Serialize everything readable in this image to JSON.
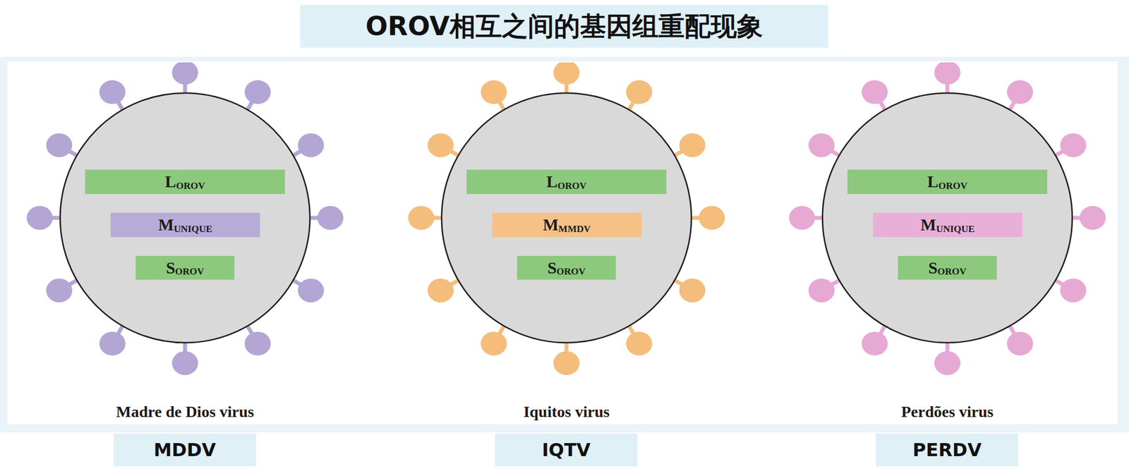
{
  "diagram": {
    "title": "OROV相互之间的基因组重配现象",
    "nodes": [
      {
        "text": [
          "Madre de Dios virus"
        ]
      },
      {
        "text": [
          "L",
          "OROV"
        ],
        "in": 0
      },
      {
        "text": [
          "M",
          "UNIQUE"
        ],
        "in": 0
      },
      {
        "text": [
          "S",
          "OROV"
        ],
        "in": 0
      },
      {
        "text": [
          "Iquitos virus"
        ]
      },
      {
        "text": [
          "L",
          "OROV"
        ],
        "in": 4
      },
      {
        "text": [
          "M",
          "MMDV"
        ],
        "in": 4
      },
      {
        "text": [
          "S",
          "OROV"
        ],
        "in": 4
      },
      {
        "text": [
          "Perdões virus"
        ]
      },
      {
        "text": [
          "L",
          "OROV"
        ],
        "in": 8
      },
      {
        "text": [
          "M",
          "UNIQUE"
        ],
        "in": 8
      },
      {
        "text": [
          "S",
          "OROV"
        ],
        "in": 8
      },
      {
        "text": [
          "MDDV"
        ]
      },
      {
        "text": [
          "IQTV"
        ]
      },
      {
        "text": [
          "PERDV"
        ]
      }
    ]
  }
}
